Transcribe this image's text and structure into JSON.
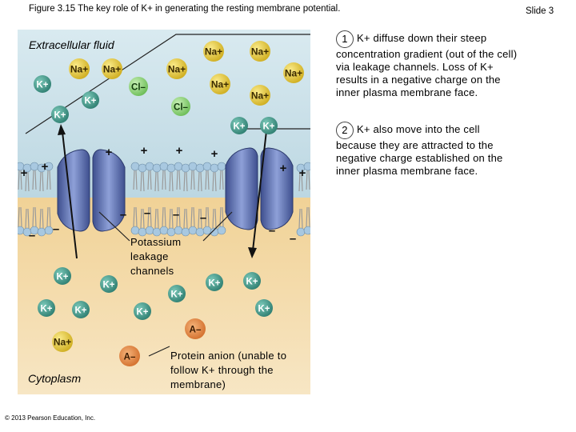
{
  "header": {
    "figure_title": "Figure 3.15 The key role of K+ in generating the resting membrane potential.",
    "slide_label": "Slide 3"
  },
  "regions": {
    "extracellular": "Extracellular fluid",
    "cytoplasm": "Cytoplasm"
  },
  "ion_labels": {
    "potassium": "K+",
    "sodium": "Na+",
    "chloride": "Cl–",
    "anion": "A–",
    "plus": "+",
    "minus": "–"
  },
  "callouts": {
    "channels": [
      "Potassium",
      "leakage",
      "channels"
    ],
    "protein_anion": [
      "Protein anion (unable to",
      "follow K+ through the",
      "membrane)"
    ]
  },
  "steps": [
    {
      "number": "1",
      "lines": [
        "K+ diffuse down their steep",
        "concentration gradient (out of the cell)",
        "via leakage channels. Loss of K+",
        "results in a negative charge on the",
        "inner plasma membrane face."
      ]
    },
    {
      "number": "2",
      "lines": [
        "K+ also move into the cell",
        "because they are attracted to the",
        "negative charge established on the",
        "inner plasma membrane face."
      ]
    }
  ],
  "copyright": "© 2013 Pearson Education, Inc.",
  "colors": {
    "extracellular_bg": "#c9dfe7",
    "cytoplasm_bg": "#f4d9a2",
    "potassium": "#3f9a8a",
    "sodium": "#e3c83f",
    "chloride": "#8dd37a",
    "anion": "#e0843c",
    "channel": "#5e73b5",
    "head": "#a8c8e0"
  }
}
